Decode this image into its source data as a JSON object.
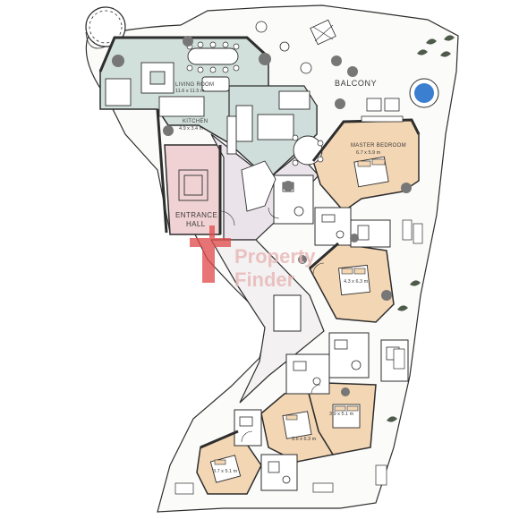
{
  "rooms": {
    "living": {
      "label": "LIVING ROOM",
      "dim": "11.6 x 11.5 m"
    },
    "kitchen": {
      "label": "KITCHEN",
      "dim": "4.9 x 3.4 m"
    },
    "entrance": {
      "label_line1": "ENTRANCE",
      "label_line2": "HALL"
    },
    "balcony": {
      "label": "BALCONY"
    },
    "master": {
      "label": "MASTER BEDROOM",
      "dim": "6.7 x 5.9 m"
    },
    "bedroom2": {
      "dim": "4.3 x 6.3 m"
    },
    "bedroom3": {
      "dim": "3.9 x 5.1 m"
    },
    "bedroom4": {
      "dim": "3.6 x 6.3 m"
    },
    "bedroom5": {
      "dim": "3.7 x 5.1 m"
    }
  },
  "watermark": {
    "line1": "Property",
    "line2": "Finder"
  },
  "colors": {
    "living": "#d2e0dc",
    "bedroom": "#f3d6b4",
    "entrance": "#f0d2d4",
    "corridor": "#eae3ea",
    "wall": "#2e2e2e",
    "terrace": "#fbfbf9",
    "pool": "#3a7fd0",
    "column": "#777777",
    "plant": "#4e5a4a",
    "watermark": "#e14b4b"
  }
}
